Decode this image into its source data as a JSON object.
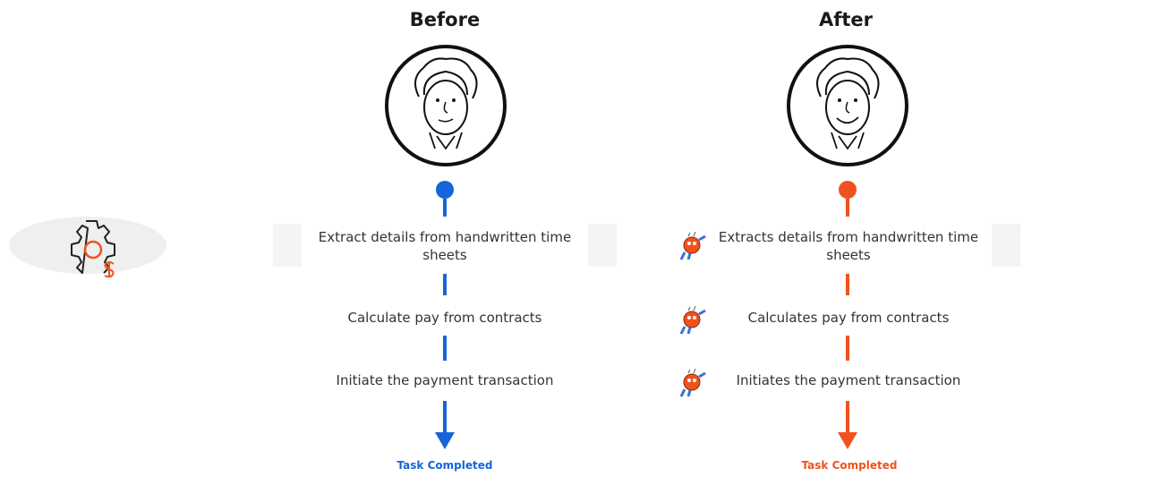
{
  "before": {
    "header": "Before",
    "steps": [
      "Extract details from handwritten time sheets",
      "Calculate pay from contracts",
      "Initiate the payment transaction"
    ],
    "completed": "Task Completed"
  },
  "after": {
    "header": "After",
    "steps": [
      "Extracts details from handwritten time sheets",
      "Calculates pay from contracts",
      "Initiates the payment transaction"
    ],
    "completed": "Task Completed"
  },
  "colors": {
    "before_accent": "#1565d8",
    "after_accent": "#f0521e",
    "icon_accent": "#f0521e",
    "badge_bg": "#efefef"
  },
  "icons": {
    "payroll": "gear-dollar-icon",
    "person": "person-portrait-icon",
    "bot": "robot-icon"
  }
}
